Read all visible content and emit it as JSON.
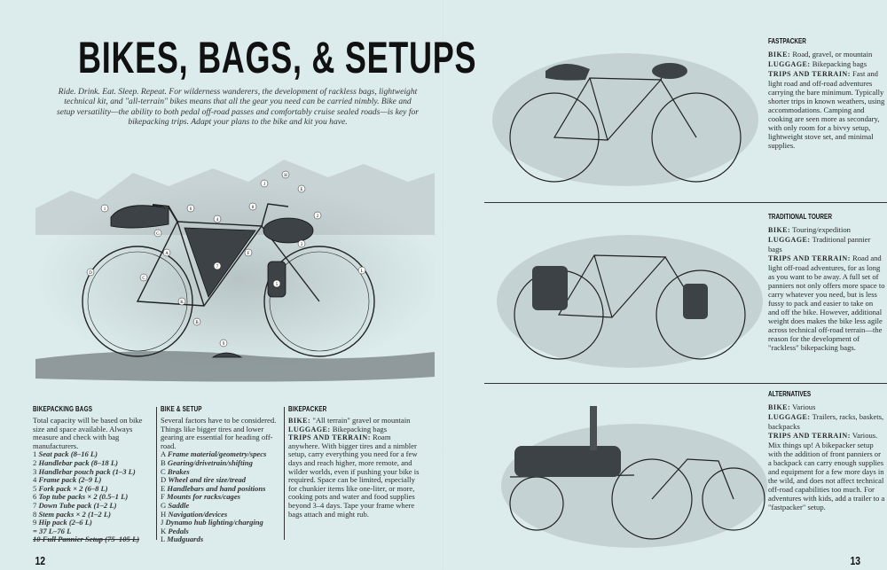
{
  "left_page": {
    "title": "BIKES, BAGS, & SETUPS",
    "intro": "Ride. Drink. Eat. Sleep. Repeat. For wilderness wanderers, the development of rackless bags, lightweight technical kit, and \"all-terrain\" bikes means that all the gear you need can be carried nimbly. Bike and setup versatility—the ability to both pedal off-road passes and comfortably cruise sealed roads—is key for bikepacking trips. Adapt your plans to the bike and kit you have.",
    "illustration_labels": [
      "1",
      "2",
      "3",
      "4",
      "5",
      "6",
      "7",
      "8",
      "9",
      "A",
      "B",
      "C",
      "D",
      "E",
      "F",
      "G",
      "H",
      "J",
      "K",
      "L"
    ],
    "bikepacking_bags": {
      "heading": "BIKEPACKING BAGS",
      "body": "Total capacity will be based on bike size and space available. Always measure and check with bag manufacturers.",
      "items": [
        {
          "num": "1",
          "text": "Seat pack (8–16 L)"
        },
        {
          "num": "2",
          "text": "Handlebar pack (8–18 L)"
        },
        {
          "num": "3",
          "text": "Handlebar pouch pack (1–3 L)"
        },
        {
          "num": "4",
          "text": "Frame pack (2–9 L)"
        },
        {
          "num": "5",
          "text": "Fork pack × 2 (6–8 L)"
        },
        {
          "num": "6",
          "text": "Top tube packs × 2 (0.5–1 L)"
        },
        {
          "num": "7",
          "text": "Down Tube pack (1–2 L)"
        },
        {
          "num": "8",
          "text": "Stem packs × 2 (1–2 L)"
        },
        {
          "num": "9",
          "text": "Hip pack (2–6 L)"
        }
      ],
      "total": "= 37 L–76 L",
      "struck_item": "10 Full Pannier Setup (75–105 L)"
    },
    "bike_setup": {
      "heading": "BIKE & SETUP",
      "body": "Several factors have to be considered. Things like bigger tires and lower gearing are essential for heading off-road.",
      "items": [
        {
          "num": "A",
          "text": "Frame material/geometry/specs"
        },
        {
          "num": "B",
          "text": "Gearing/drivetrain/shifting"
        },
        {
          "num": "C",
          "text": "Brakes"
        },
        {
          "num": "D",
          "text": "Wheel and tire size/tread"
        },
        {
          "num": "E",
          "text": "Handlebars and hand positions"
        },
        {
          "num": "F",
          "text": "Mounts for racks/cages"
        },
        {
          "num": "G",
          "text": "Saddle"
        },
        {
          "num": "H",
          "text": "Navigation/devices"
        },
        {
          "num": "J",
          "text": "Dynamo hub lighting/charging"
        },
        {
          "num": "K",
          "text": "Pedals"
        },
        {
          "num": "L",
          "text": "Mudguards"
        }
      ]
    },
    "bikepacker": {
      "heading": "BIKEPACKER",
      "bike_label": "BIKE:",
      "bike": "\"All terrain\" gravel or mountain",
      "luggage_label": "LUGGAGE:",
      "luggage": "Bikepacking bags",
      "trips_label": "TRIPS AND TERRAIN:",
      "trips": "Roam anywhere. With bigger tires and a nimbler setup, carry everything you need for a few days and reach higher, more remote, and wilder worlds, even if pushing your bike is required. Space can be limited, especially for chunkier items like one-liter, or more, cooking pots and water and food supplies beyond 3–4 days. Tape your frame where bags attach and might rub."
    },
    "page_number": "12"
  },
  "right_page": {
    "sections": [
      {
        "heading": "FASTPACKER",
        "bike_label": "BIKE:",
        "bike": "Road, gravel, or mountain",
        "luggage_label": "LUGGAGE:",
        "luggage": "Bikepacking bags",
        "trips_label": "TRIPS AND TERRAIN:",
        "trips": "Fast and light road and off-road adventures carrying the bare minimum. Typically shorter trips in known weathers, using accommodations. Camping and cooking are seen more as secondary, with only room for a bivvy setup, lightweight stove set, and minimal supplies."
      },
      {
        "heading": "TRADITIONAL TOURER",
        "bike_label": "BIKE:",
        "bike": "Touring/expedition",
        "luggage_label": "LUGGAGE:",
        "luggage": "Traditional pannier bags",
        "trips_label": "TRIPS AND TERRAIN:",
        "trips": "Road and light off-road adventures, for as long as you want to be away. A full set of panniers not only offers more space to carry whatever you need, but is less fussy to pack and easier to take on and off the bike. However, additional weight does makes the bike less agile across technical off-road terrain—the reason for the development of \"rackless\" bikepacking bags."
      },
      {
        "heading": "ALTERNATIVES",
        "bike_label": "BIKE:",
        "bike": "Various",
        "luggage_label": "LUGGAGE:",
        "luggage": "Trailers, racks, baskets, backpacks",
        "trips_label": "TRIPS AND TERRAIN:",
        "trips": "Various. Mix things up! A bikepacker setup with the addition of front panniers or a backpack can carry enough supplies and equipment for a few more days in the wild, and does not affect technical off-road capabilities too much. For adventures with kids, add a trailer to a \"fastpacker\" setup."
      }
    ],
    "page_number": "13"
  }
}
